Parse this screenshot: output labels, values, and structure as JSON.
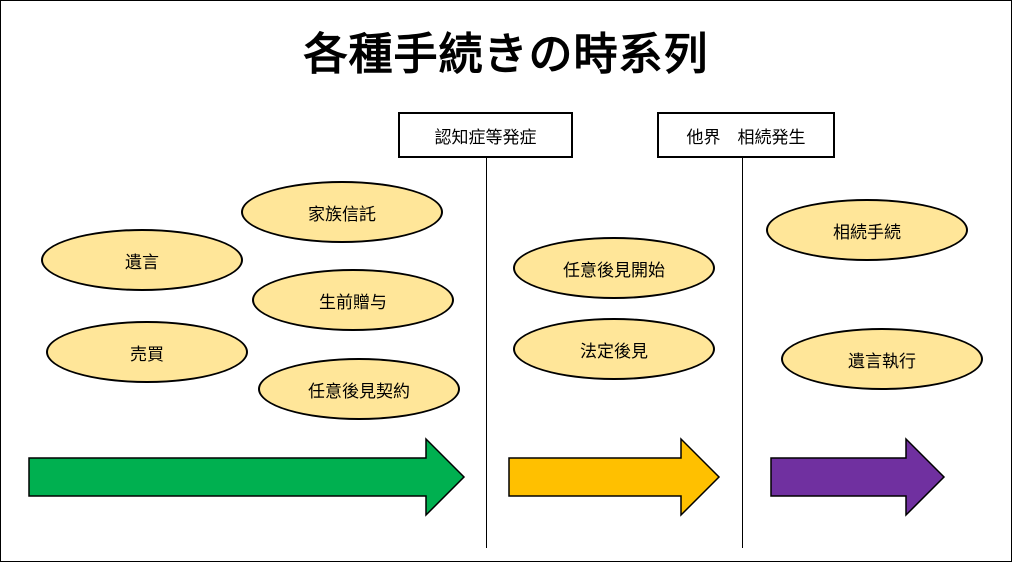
{
  "title": "各種手続きの時系列",
  "events": {
    "dementia_onset": "認知症等発症",
    "death_inheritance": "他界　相続発生"
  },
  "phases": {
    "before_onset": [
      "遺言",
      "家族信託",
      "生前贈与",
      "売買",
      "任意後見契約"
    ],
    "after_onset": [
      "任意後見開始",
      "法定後見"
    ],
    "after_death": [
      "相続手続",
      "遺言執行"
    ]
  },
  "colors": {
    "ellipse_fill": "#ffe699",
    "arrow_phase1": "#00b050",
    "arrow_phase2": "#ffc000",
    "arrow_phase3": "#7030a0"
  }
}
